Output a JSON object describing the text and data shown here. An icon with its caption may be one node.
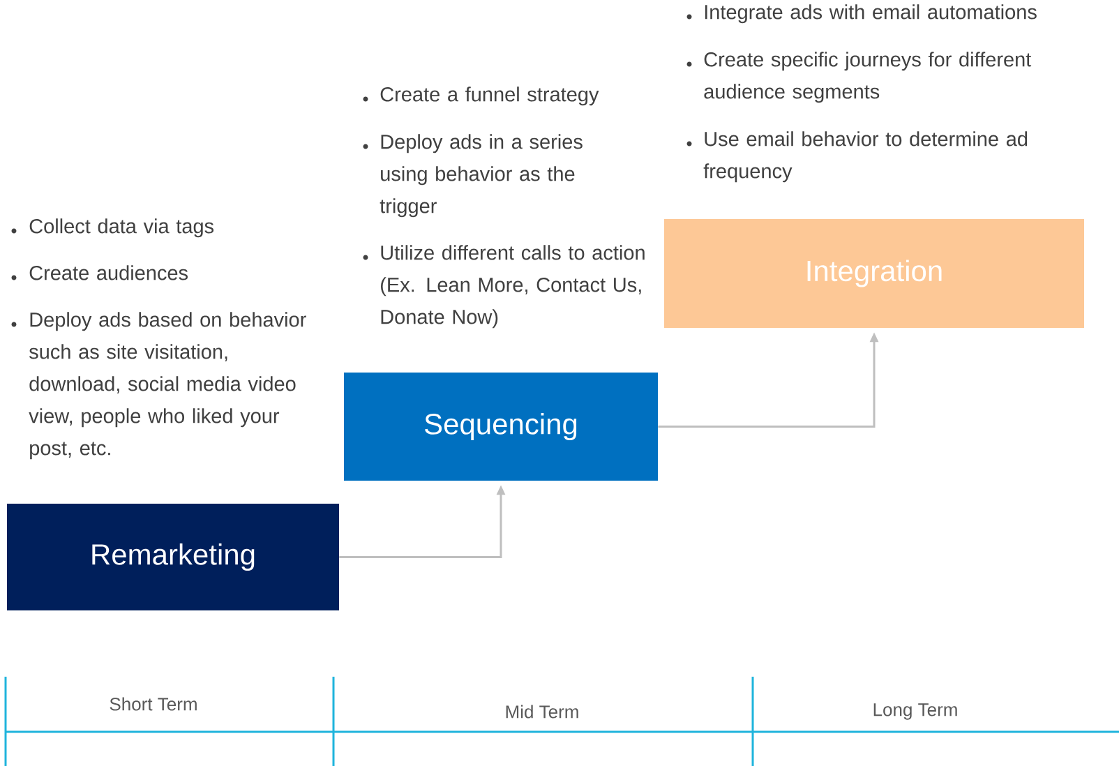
{
  "diagram": {
    "nodes": [
      {
        "text": [
          "Remarketing"
        ]
      },
      {
        "text": [
          "Sequencing"
        ]
      },
      {
        "text": [
          "Integration"
        ]
      }
    ],
    "edges": [
      {
        "from": 0,
        "to": 1,
        "arrow": "to"
      },
      {
        "from": 1,
        "to": 2,
        "arrow": "to"
      }
    ],
    "labels": [
      "Integrate ads with email automations",
      "Create specific journeys for different audience segments",
      "Use email behavior to determine ad frequency",
      "Create a funnel strategy",
      "Deploy ads in a series using behavior as the trigger",
      "Utilize different calls to action (Ex. Lean More, Contact Us, Donate Now)",
      "Collect data via tags",
      "Create audiences",
      "Deploy ads based on behavior such as site visitation, download, social media video view, people who liked your post, etc.",
      "Short Term",
      "Mid Term",
      "Long Term"
    ]
  }
}
